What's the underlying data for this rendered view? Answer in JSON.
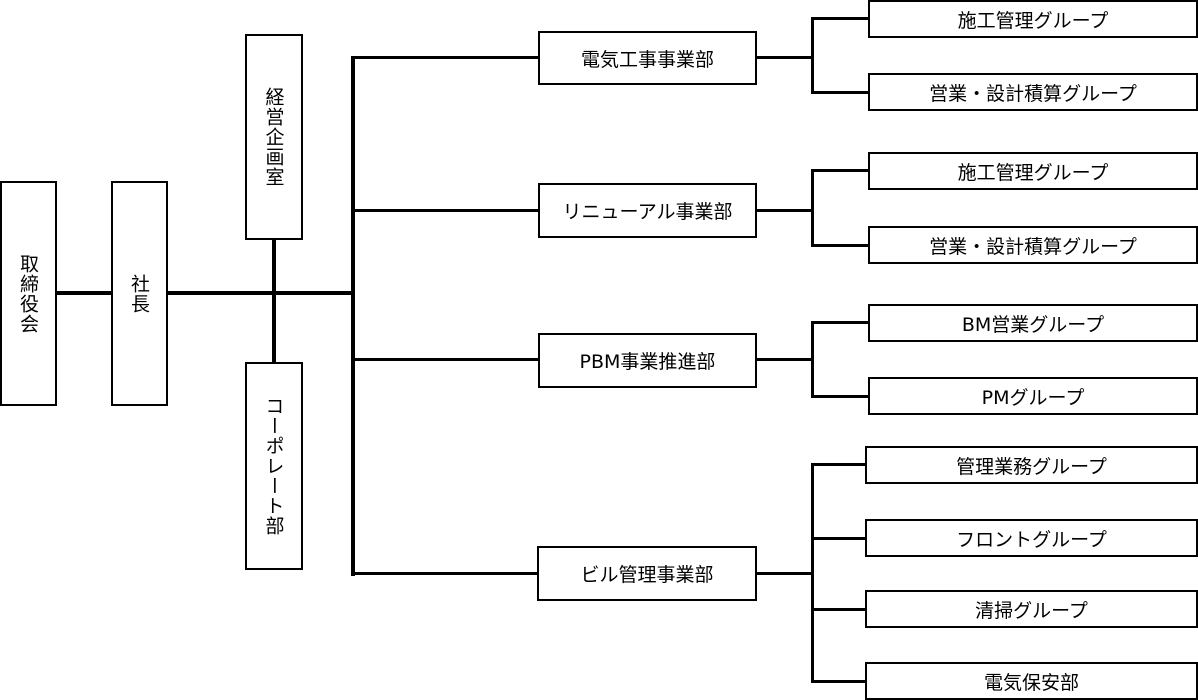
{
  "board": "取締役会",
  "president": "社長",
  "staff": [
    "経営企画室",
    "コーポレート部"
  ],
  "divisions": [
    {
      "name": "電気工事事業部",
      "groups": [
        "施工管理グループ",
        "営業・設計積算グループ"
      ]
    },
    {
      "name": "リニューアル事業部",
      "groups": [
        "施工管理グループ",
        "営業・設計積算グループ"
      ]
    },
    {
      "name": "PBM事業推進部",
      "groups": [
        "BM営業グループ",
        "PMグループ"
      ]
    },
    {
      "name": "ビル管理事業部",
      "groups": [
        "管理業務グループ",
        "フロントグループ",
        "清掃グループ",
        "電気保安部"
      ]
    }
  ]
}
